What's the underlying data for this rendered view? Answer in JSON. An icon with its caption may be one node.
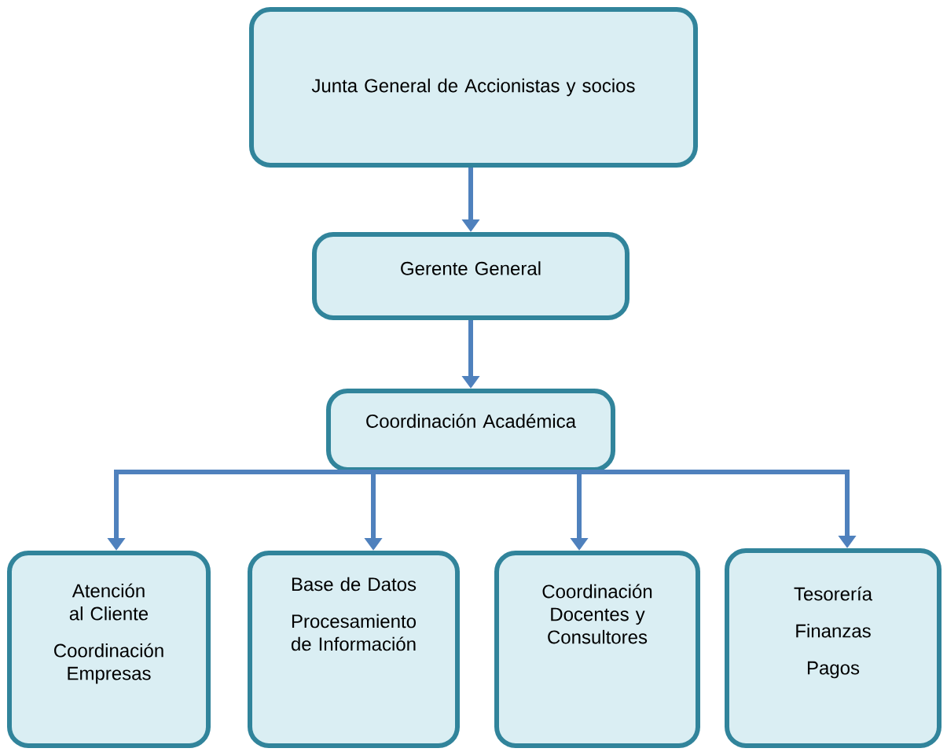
{
  "diagram": {
    "nodes": [
      {
        "text": [
          "Junta General de Accionistas y socios"
        ]
      },
      {
        "text": [
          "Gerente General"
        ]
      },
      {
        "text": [
          "Coordinación Académica"
        ]
      },
      {
        "text": [
          "Atención al Cliente",
          "Coordinación Empresas"
        ]
      },
      {
        "text": [
          "Base de Datos",
          "Procesamiento de Información"
        ]
      },
      {
        "text": [
          "Coordinación Docentes y Consultores"
        ]
      },
      {
        "text": [
          "Tesorería",
          "Finanzas",
          "Pagos"
        ]
      }
    ],
    "edges": [
      {
        "from": 0,
        "to": 1,
        "arrow": "to"
      },
      {
        "from": 1,
        "to": 2,
        "arrow": "to"
      },
      {
        "from": 2,
        "to": 3,
        "arrow": "to"
      },
      {
        "from": 2,
        "to": 4,
        "arrow": "to"
      },
      {
        "from": 2,
        "to": 5,
        "arrow": "to"
      },
      {
        "from": 2,
        "to": 6,
        "arrow": "to"
      }
    ]
  }
}
